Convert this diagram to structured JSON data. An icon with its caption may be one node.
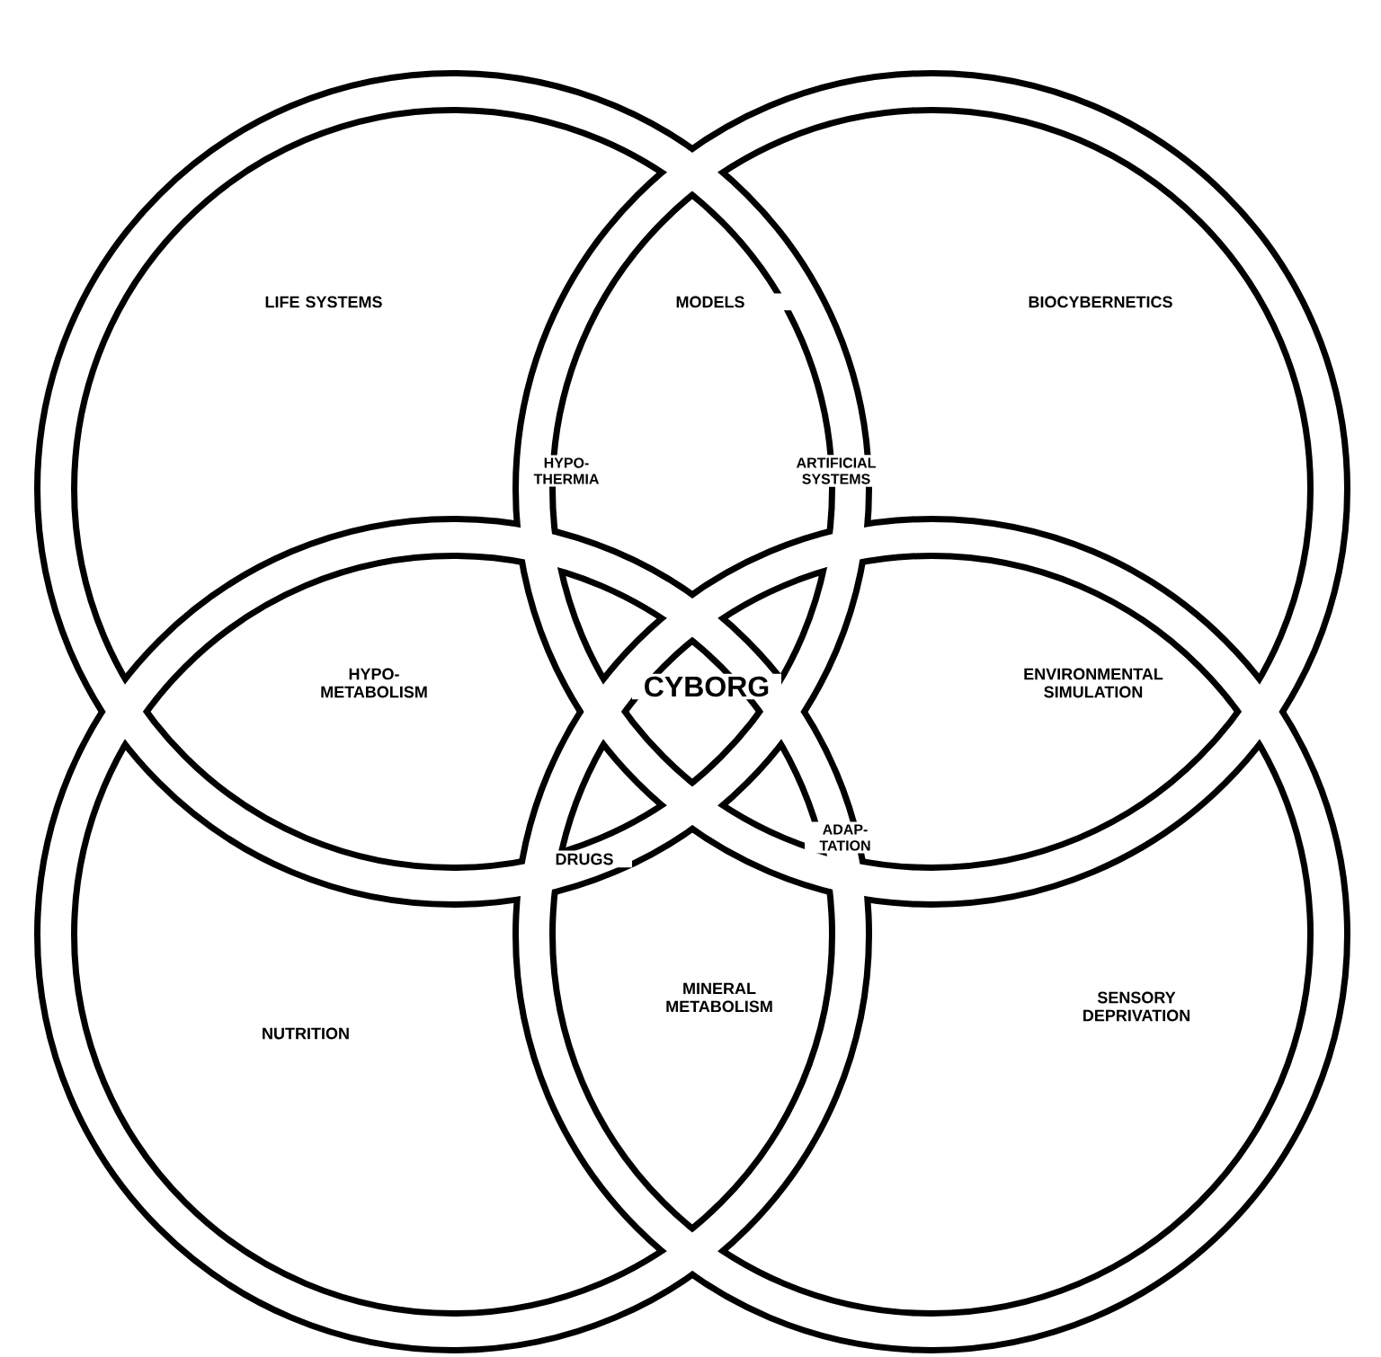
{
  "diagram": {
    "labels": [
      "LIFE SYSTEMS",
      "MODELS",
      "BIOCYBERNETICS",
      "HYPO-THERMIA",
      "ARTIFICIAL SYSTEMS",
      "HYPO-METABOLISM",
      "CYBORG",
      "ENVIRONMENTAL SIMULATION",
      "DRUGS",
      "ADAP-TATION",
      "MINERAL METABOLISM",
      "NUTRITION",
      "SENSORY DEPRIVATION"
    ]
  }
}
